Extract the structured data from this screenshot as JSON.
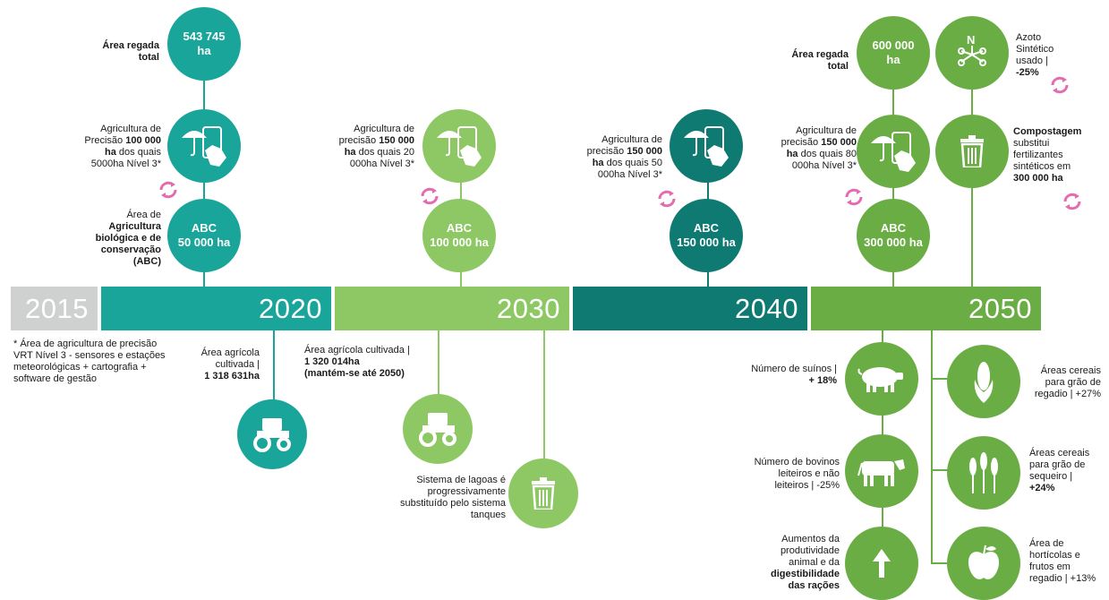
{
  "colors": {
    "teal": "#1aa59a",
    "dark_teal": "#0f7a72",
    "light_green": "#8dc864",
    "green": "#6aad45",
    "grey": "#cfd0d0",
    "pink": "#e56ab0"
  },
  "timeline": [
    {
      "year": "2015",
      "color": "#cfd0d0"
    },
    {
      "year": "2020",
      "color": "#1aa59a"
    },
    {
      "year": "2030",
      "color": "#8dc864"
    },
    {
      "year": "2040",
      "color": "#0f7a72"
    },
    {
      "year": "2050",
      "color": "#6aad45"
    }
  ],
  "footnote": "* Área de agricultura de precisão VRT Nível 3 - sensores e estações meteorológicas + cartografia + software de gestão",
  "y2020": {
    "area_regada_label_1": "Área regada",
    "area_regada_label_2": "total",
    "area_regada_value_1": "543 745",
    "area_regada_value_2": "ha",
    "precisao_1": "Agricultura de",
    "precisao_2a": "Precisão",
    "precisao_2b": "100 000",
    "precisao_3a": "ha",
    "precisao_3b": "dos quais",
    "precisao_4": "5000ha Nível 3*",
    "abc_label_1": "Área de",
    "abc_label_2": "Agricultura",
    "abc_label_3": "biológica e de",
    "abc_label_4": "conservação",
    "abc_label_5": "(ABC)",
    "abc_title": "ABC",
    "abc_value": "50 000 ha",
    "cultivada_1": "Área agrícola",
    "cultivada_2": "cultivada |",
    "cultivada_3": "1 318 631ha"
  },
  "y2030": {
    "precisao_1": "Agricultura de",
    "precisao_2a": "precisão",
    "precisao_2b": "150 000",
    "precisao_3a": "ha",
    "precisao_3b": "dos quais 20",
    "precisao_4": "000ha Nível 3*",
    "abc_title": "ABC",
    "abc_value": "100 000 ha",
    "cultivada_1": "Área agrícola cultivada |",
    "cultivada_2": "1 320 014ha",
    "cultivada_3": "(mantém-se até 2050)",
    "lagoas_1": "Sistema de lagoas é",
    "lagoas_2": "progressivamente",
    "lagoas_3": "substituído pelo sistema",
    "lagoas_4": "tanques"
  },
  "y2040": {
    "precisao_1": "Agricultura de",
    "precisao_2a": "precisão",
    "precisao_2b": "150 000",
    "precisao_3a": "ha",
    "precisao_3b": "dos quais 50",
    "precisao_4": "000ha Nível 3*",
    "abc_title": "ABC",
    "abc_value": "150 000 ha"
  },
  "y2050": {
    "area_regada_label_1": "Área regada",
    "area_regada_label_2": "total",
    "area_regada_value_1": "600 000",
    "area_regada_value_2": "ha",
    "azoto_1": "Azoto",
    "azoto_2": "Sintético",
    "azoto_3": "usado |",
    "azoto_4": "-25%",
    "precisao_1": "Agricultura de",
    "precisao_2a": "precisão",
    "precisao_2b": "150 000",
    "precisao_3a": "ha",
    "precisao_3b": "dos quais 80",
    "precisao_4": "000ha Nível 3*",
    "compost_1": "Compostagem",
    "compost_2": "substitui",
    "compost_3": "fertilizantes",
    "compost_4": "sintéticos em",
    "compost_5": "300 000 ha",
    "abc_title": "ABC",
    "abc_value": "300 000 ha",
    "suinos_1": "Número de suínos |",
    "suinos_2": "+ 18%",
    "bovinos_1": "Número de bovinos",
    "bovinos_2": "leiteiros e não",
    "bovinos_3": "leiteiros | -25%",
    "produt_1": "Aumentos da",
    "produt_2": "produtividade",
    "produt_3": "animal e da",
    "produt_4": "digestibilidade",
    "produt_5": "das rações",
    "cereais_regadio_1": "Áreas cereais",
    "cereais_regadio_2": "para grão de",
    "cereais_regadio_3": "regadio | +27%",
    "cereais_sequeiro_1": "Áreas cereais",
    "cereais_sequeiro_2": "para grão de",
    "cereais_sequeiro_3": "sequeiro |",
    "cereais_sequeiro_4": "+24%",
    "horticolas_1": "Área de",
    "horticolas_2": "hortícolas e",
    "horticolas_3": "frutos em",
    "horticolas_4": "regadio | +13%"
  }
}
